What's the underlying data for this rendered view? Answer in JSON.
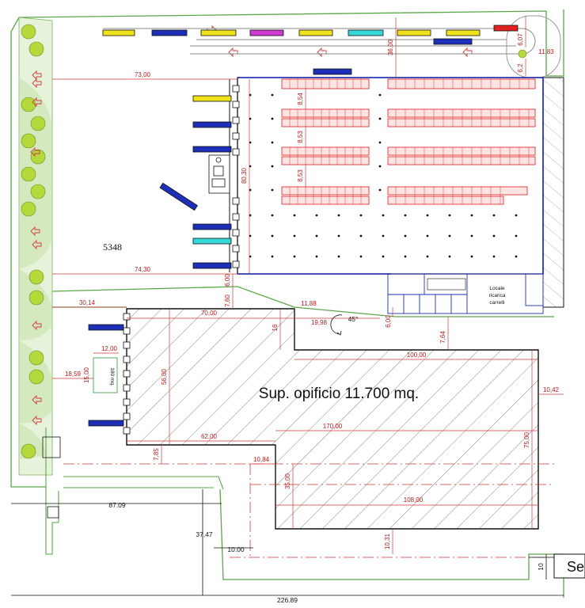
{
  "plan": {
    "building_label": "Sup. opificio 11.700 mq.",
    "area_label": "5348",
    "small_area_label": "180 mq.",
    "room_label_lines": [
      "Locale",
      "ricarica",
      "carrelli"
    ],
    "angle_label": "45°",
    "street_label": "Se",
    "dims_red": {
      "d73_00": "73,00",
      "d74_30": "74,30",
      "d30_14": "30,14",
      "d70_00": "70,00",
      "d11_88": "11,88",
      "d19_98": "19,98",
      "d100_00": "100,00",
      "d170_00": "170,00",
      "d108_00": "108,00",
      "d62_00": "62,00",
      "d12_00": "12,00",
      "d18_59": "18,59",
      "d15_00": "15,00",
      "d56_00": "56,00",
      "d35_00": "35,00",
      "d75_00": "75,00",
      "d10_42": "10,42",
      "d10_84": "10,84",
      "d10_31": "10,31",
      "d7_85": "7,85",
      "d7_60": "7,60",
      "d7_64": "7,64",
      "d6_00a": "6,00",
      "d6_00b": "6,00",
      "d16": "16",
      "d80_30": "80,30",
      "d8_54": "8,54",
      "d8_53a": "8,53",
      "d8_53b": "8,53",
      "d36_00": "36,00",
      "d6_2": "6,2",
      "d6_07": "6,07",
      "d11_83": "11,83"
    },
    "dims_black": {
      "d87_09": "87.09",
      "d37_47": "37.47",
      "d10_00": "10.00",
      "d226_89": "226.89",
      "d10": "10"
    }
  }
}
